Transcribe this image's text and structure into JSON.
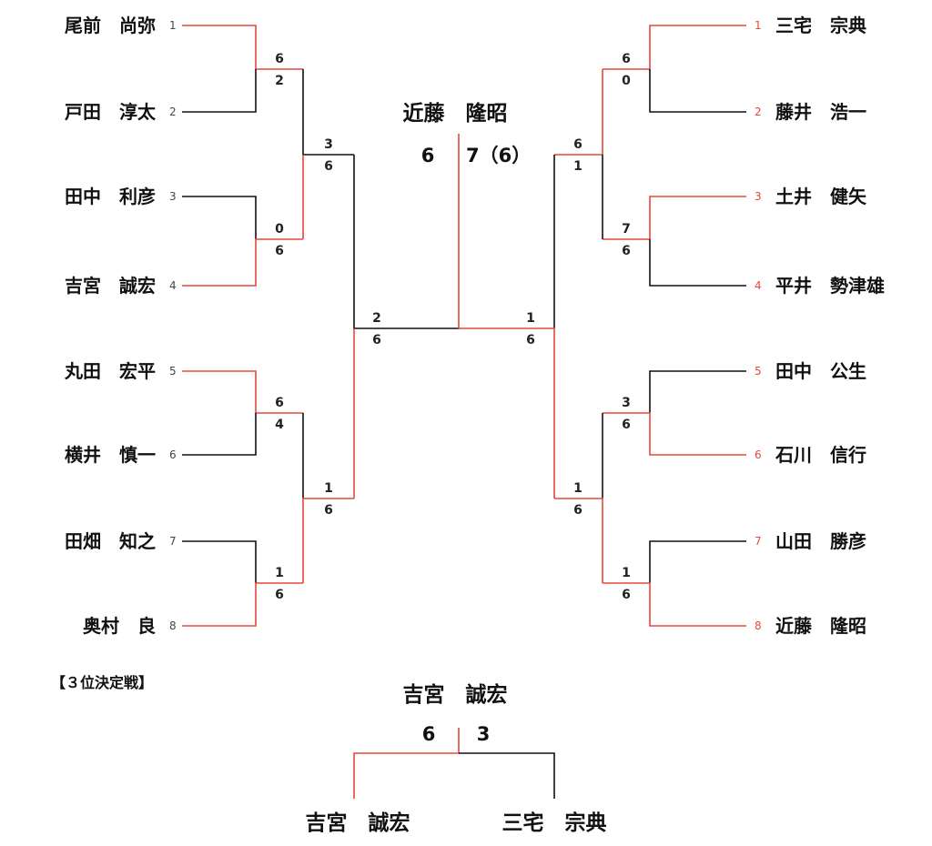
{
  "colors": {
    "winner_line": "#e8463c",
    "loser_line": "#111111",
    "seed_highlight": "#e8463c"
  },
  "left_players": [
    {
      "name": "尾前　尚弥",
      "seed": "1"
    },
    {
      "name": "戸田　淳太",
      "seed": "2"
    },
    {
      "name": "田中　利彦",
      "seed": "3"
    },
    {
      "name": "吉宮　誠宏",
      "seed": "4"
    },
    {
      "name": "丸田　宏平",
      "seed": "5"
    },
    {
      "name": "横井　慎一",
      "seed": "6"
    },
    {
      "name": "田畑　知之",
      "seed": "7"
    },
    {
      "name": "奥村　良",
      "seed": "8"
    }
  ],
  "right_players": [
    {
      "name": "三宅　宗典",
      "seed": "1"
    },
    {
      "name": "藤井　浩一",
      "seed": "2"
    },
    {
      "name": "土井　健矢",
      "seed": "3"
    },
    {
      "name": "平井　勢津雄",
      "seed": "4"
    },
    {
      "name": "田中　公生",
      "seed": "5"
    },
    {
      "name": "石川　信行",
      "seed": "6"
    },
    {
      "name": "山田　勝彦",
      "seed": "7"
    },
    {
      "name": "近藤　隆昭",
      "seed": "8"
    }
  ],
  "left_scores": {
    "r1": [
      [
        "6",
        "2"
      ],
      [
        "0",
        "6"
      ],
      [
        "6",
        "4"
      ],
      [
        "1",
        "6"
      ]
    ],
    "r2": [
      [
        "3",
        "6"
      ],
      [
        "1",
        "6"
      ]
    ],
    "r3": [
      "2",
      "6"
    ]
  },
  "right_scores": {
    "r1": [
      [
        "6",
        "0"
      ],
      [
        "7",
        "6"
      ],
      [
        "3",
        "6"
      ],
      [
        "1",
        "6"
      ]
    ],
    "r2": [
      [
        "6",
        "1"
      ],
      [
        "1",
        "6"
      ]
    ],
    "r3": [
      "1",
      "6"
    ]
  },
  "final": {
    "champion": "近藤　隆昭",
    "left_score": "6",
    "right_score": "7（6）"
  },
  "third_place": {
    "label": "【３位決定戦】",
    "winner": "吉宮　誠宏",
    "left_score": "6",
    "right_score": "3",
    "left_player": "吉宮　誠宏",
    "right_player": "三宅　宗典"
  }
}
